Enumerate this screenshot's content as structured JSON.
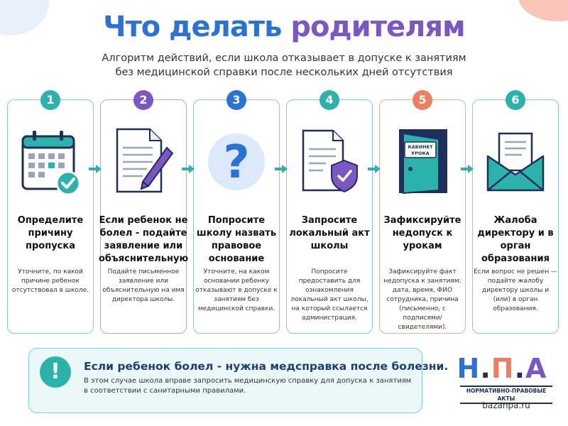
{
  "title_part1": "Что делать",
  "title_part2": "родителям",
  "subtitle_line1": "Алгоритм действий, если школа отказывает в допуске к занятиям",
  "subtitle_line2": "без медицинской справки после нескольких дней отсутствия",
  "steps": [
    {
      "num": "1",
      "head": "Определите причину пропуска",
      "desc": "Уточните, по какой причине ребенок отсутствовал в школе."
    },
    {
      "num": "2",
      "head": "Если ребенок не болел - подайте заявление или объяснительную",
      "desc": "Подайте письменное заявление или объяснительную на имя директора школы."
    },
    {
      "num": "3",
      "head": "Попросите школу назвать правовое основание",
      "desc": "Уточните, на каком основании ребенку отказывают в допуске к занятиям без медицинской справки."
    },
    {
      "num": "4",
      "head": "Запросите локальный акт школы",
      "desc": "Попросите предоставить для ознакомления локальный акт школы, на который ссылается администрация."
    },
    {
      "num": "5",
      "head": "Зафиксируйте недопуск к урокам",
      "desc": "Зафиксируйте факт недопуска к занятиям: дата, время, ФИО сотрудника, причина (письменно, с подписями/свидетелями).",
      "door_sign": "КАБИНЕТ УРОКА"
    },
    {
      "num": "6",
      "head": "Жалоба директору и в орган образования",
      "desc": "Если вопрос не решен — подайте жалобу директору школы и (или) в орган образования."
    }
  ],
  "note": {
    "title": "Если ребенок болел - нужна медсправка после болезни.",
    "text": "В этом случае школа вправе запросить медицинскую справку для допуска к занятиям в соответствии с санитарными правилами."
  },
  "logo": {
    "letters": "Н.П.А",
    "sub": "НОРМАТИВНО-ПРАВОВЫЕ АКТЫ",
    "site": "bazanpa.ru"
  },
  "colors": {
    "step1": "#2bb3ab",
    "step2": "#7b57c6",
    "step3": "#2a72d6",
    "step4": "#2bb3ab",
    "step5": "#ef7d62",
    "step6": "#2bb3ab",
    "arrow": "#2bb3ab",
    "title_blue": "#2a72d6",
    "title_purple": "#7b57c6"
  }
}
